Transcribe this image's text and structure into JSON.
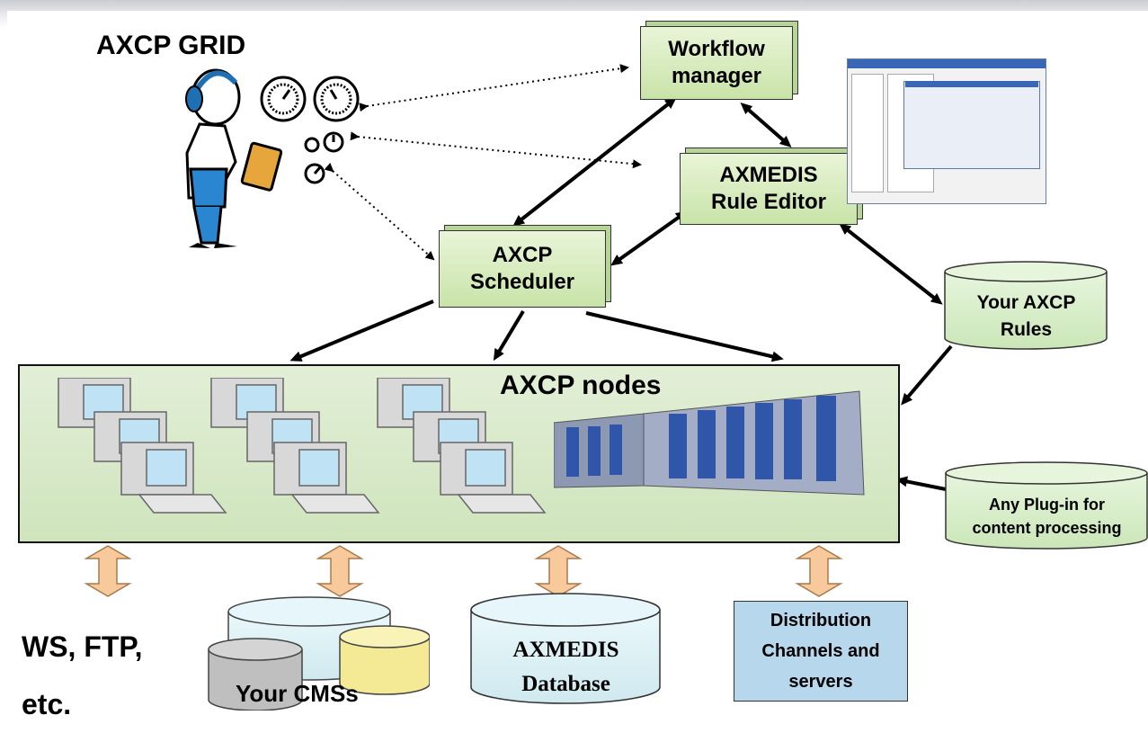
{
  "title": "AXCP GRID",
  "boxes": {
    "workflow_manager": [
      "Workflow",
      "manager"
    ],
    "rule_editor": [
      "AXMEDIS",
      "Rule Editor"
    ],
    "scheduler": [
      "AXCP",
      "Scheduler"
    ]
  },
  "nodes_label": "AXCP nodes",
  "cylinders": {
    "your_rules": [
      "Your AXCP",
      "Rules"
    ],
    "plugin": [
      "Any Plug-in for",
      "content processing"
    ],
    "database": [
      "AXMEDIS",
      "Database"
    ]
  },
  "bottom": {
    "ws_ftp": [
      "WS, FTP,",
      "etc."
    ],
    "cms": "Your CMSs",
    "distribution": [
      "Distribution",
      "Channels and",
      "servers"
    ]
  },
  "colors": {
    "box_green": "#c8e3a8",
    "cylinder_green": "#d3ebc4",
    "cylinder_blue": "#d6eef3",
    "distribution_blue": "#b6d7ec",
    "arrow_orange": "#f7c99b"
  }
}
